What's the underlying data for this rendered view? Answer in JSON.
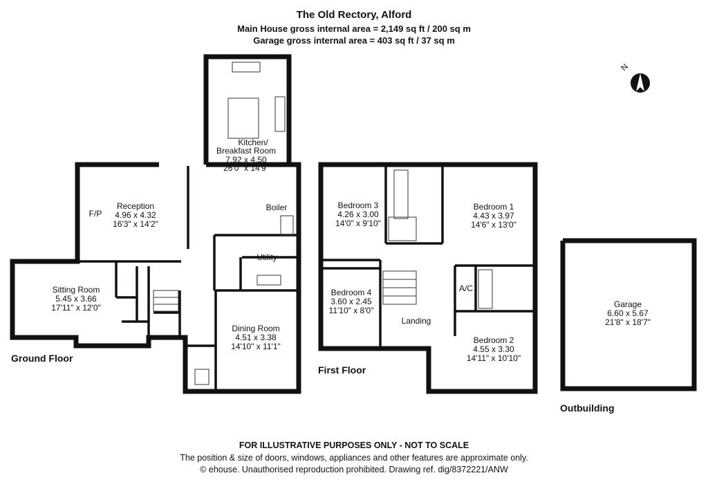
{
  "header": {
    "title": "The Old Rectory, Alford",
    "main_area": "Main House gross internal area = 2,149 sq ft / 200 sq m",
    "garage_area": "Garage gross internal area = 403 sq ft / 37 sq m"
  },
  "floors": {
    "ground": "Ground Floor",
    "first": "First Floor",
    "outbuilding": "Outbuilding"
  },
  "rooms": {
    "kitchen": {
      "name1": "Kitchen/",
      "name2": "Breakfast Room",
      "metric": "7.92 x 4.50",
      "imperial": "26'0\" x 14'9\""
    },
    "reception": {
      "name": "Reception",
      "metric": "4.96 x 4.32",
      "imperial": "16'3\" x 14'2\""
    },
    "sitting": {
      "name": "Sitting Room",
      "metric": "5.45 x 3.66",
      "imperial": "17'11\" x 12'0\""
    },
    "dining": {
      "name": "Dining Room",
      "metric": "4.51 x 3.38",
      "imperial": "14'10\" x 11'1\""
    },
    "bedroom3": {
      "name": "Bedroom 3",
      "metric": "4.26 x 3.00",
      "imperial": "14'0\" x 9'10\""
    },
    "bedroom1": {
      "name": "Bedroom 1",
      "metric": "4.43 x 3.97",
      "imperial": "14'6\" x 13'0\""
    },
    "bedroom4": {
      "name": "Bedroom 4",
      "metric": "3.60 x 2.45",
      "imperial": "11'10\" x 8'0\""
    },
    "bedroom2": {
      "name": "Bedroom 2",
      "metric": "4.55 x 3.30",
      "imperial": "14'11\" x 10'10\""
    },
    "garage": {
      "name": "Garage",
      "metric": "6.60 x 5.67",
      "imperial": "21'8\" x 18'7\""
    }
  },
  "labels": {
    "fp": "F/P",
    "boiler": "Boiler",
    "utility": "Utility",
    "landing": "Landing",
    "ac": "A/C",
    "north": "N"
  },
  "footer": {
    "line1": "FOR ILLUSTRATIVE PURPOSES ONLY - NOT TO SCALE",
    "line2": "The position & size of doors, windows, appliances and other features are approximate only.",
    "line3": "© ehouse. Unauthorised reproduction prohibited. Drawing ref. dig/8372221/ANW"
  }
}
